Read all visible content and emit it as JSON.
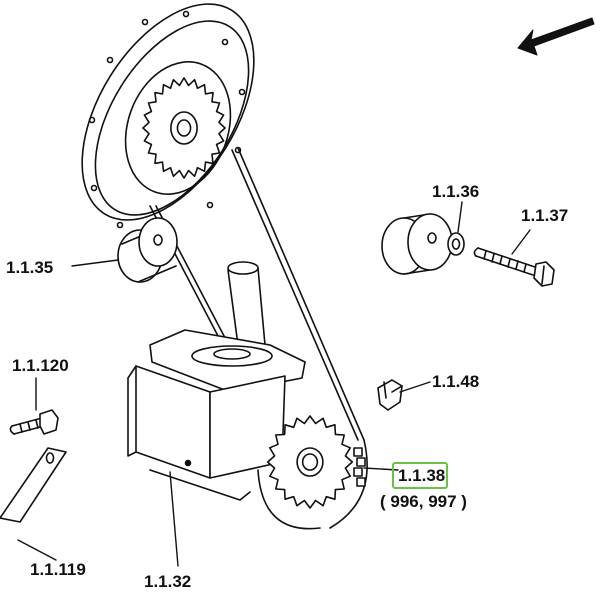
{
  "labels": {
    "l_1_1_35": "1.1.35",
    "l_1_1_36": "1.1.36",
    "l_1_1_37": "1.1.37",
    "l_1_1_120": "1.1.120",
    "l_1_1_48": "1.1.48",
    "l_1_1_38": "1.1.38",
    "l_1_1_38_sub": "( 996, 997 )",
    "l_1_1_119": "1.1.119",
    "l_1_1_32": "1.1.32"
  },
  "highlight": {
    "target": "1.1.38",
    "color": "#6cc04a"
  },
  "icons": {
    "direction_arrow": "arrow-down-left-icon"
  }
}
